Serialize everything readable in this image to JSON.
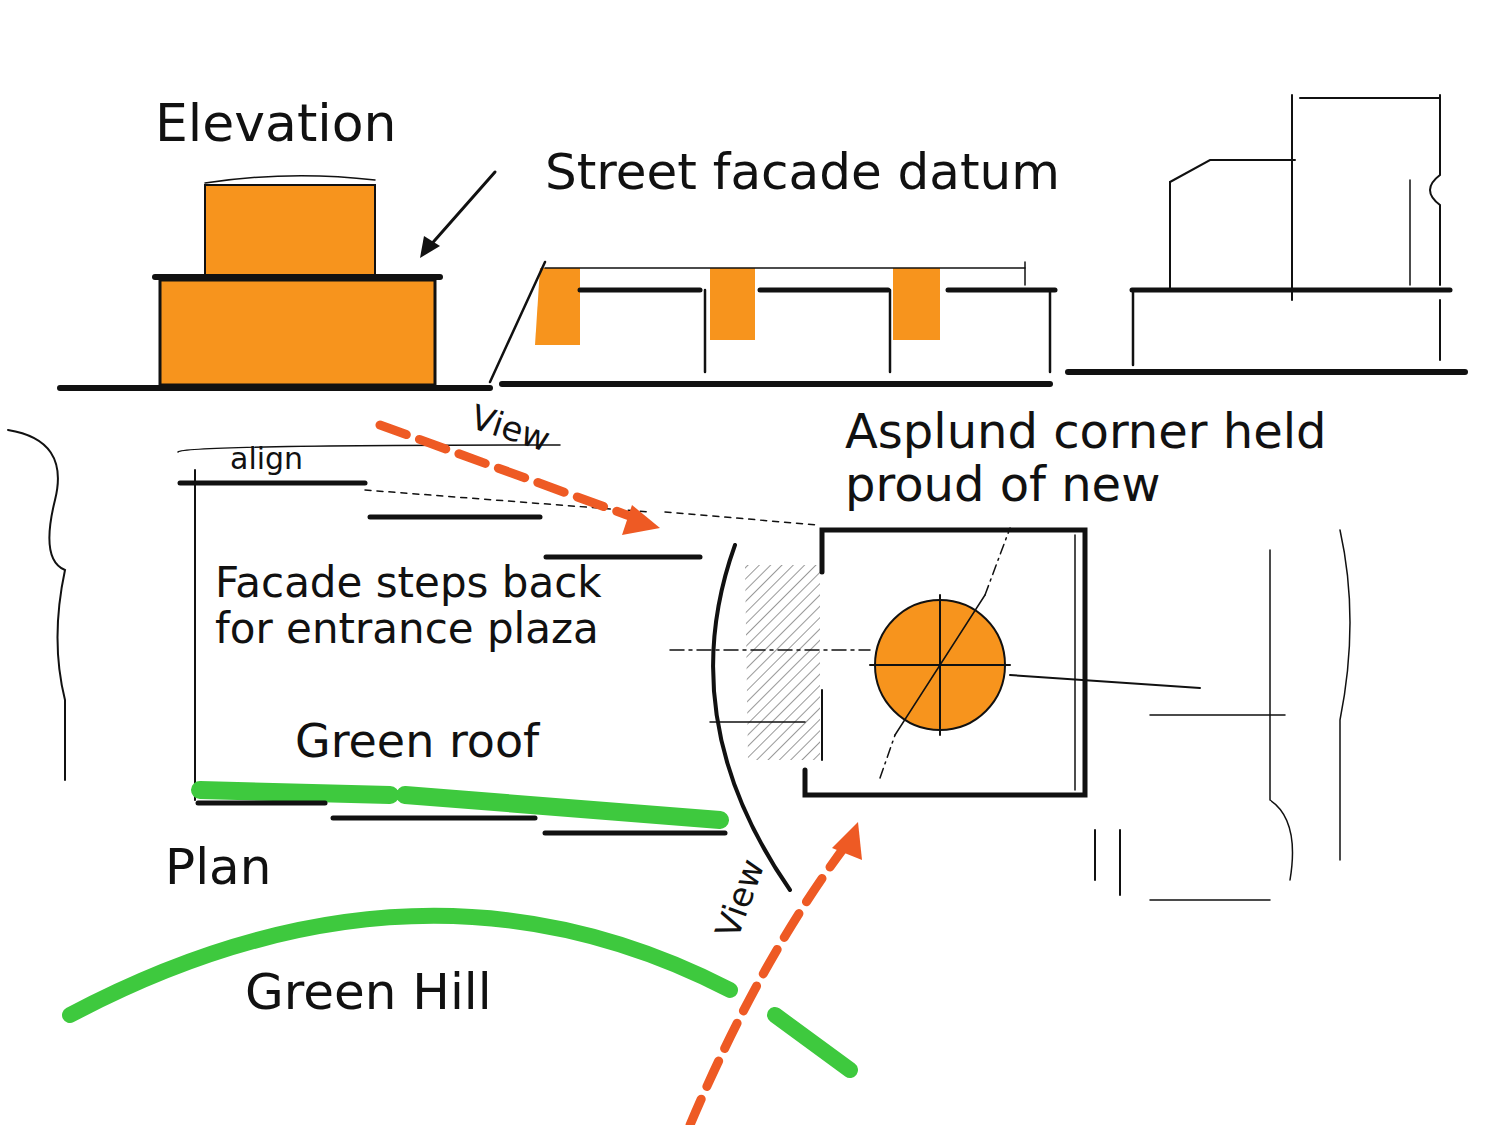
{
  "diagram": {
    "labels": [
      "Elevation",
      "Street facade datum",
      "View",
      "align",
      "Asplund corner held proud of new",
      "Facade steps back for entrance plaza",
      "Green roof",
      "Plan",
      "View",
      "Green Hill"
    ]
  }
}
